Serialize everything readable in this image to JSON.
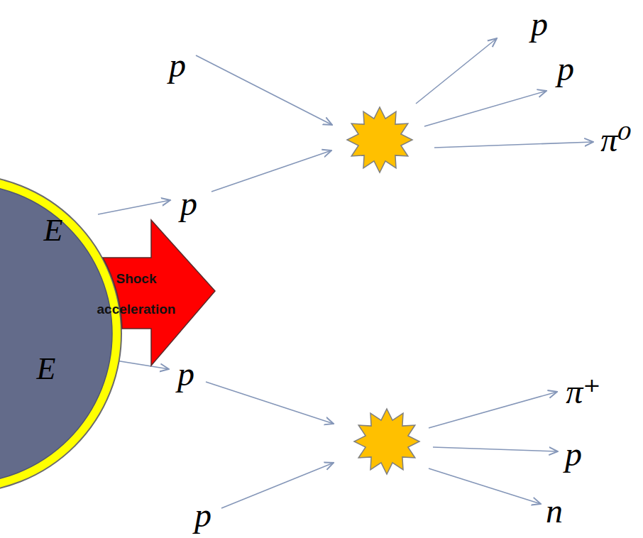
{
  "diagram": {
    "nodes": [
      {
        "text": [
          "E",
          "E"
        ]
      },
      {
        "text": [
          "Shock acceleration"
        ]
      }
    ],
    "labels": [
      "p",
      "p",
      "p",
      "π⁰",
      "p",
      "p",
      "π⁺",
      "p",
      "n",
      "p"
    ]
  }
}
